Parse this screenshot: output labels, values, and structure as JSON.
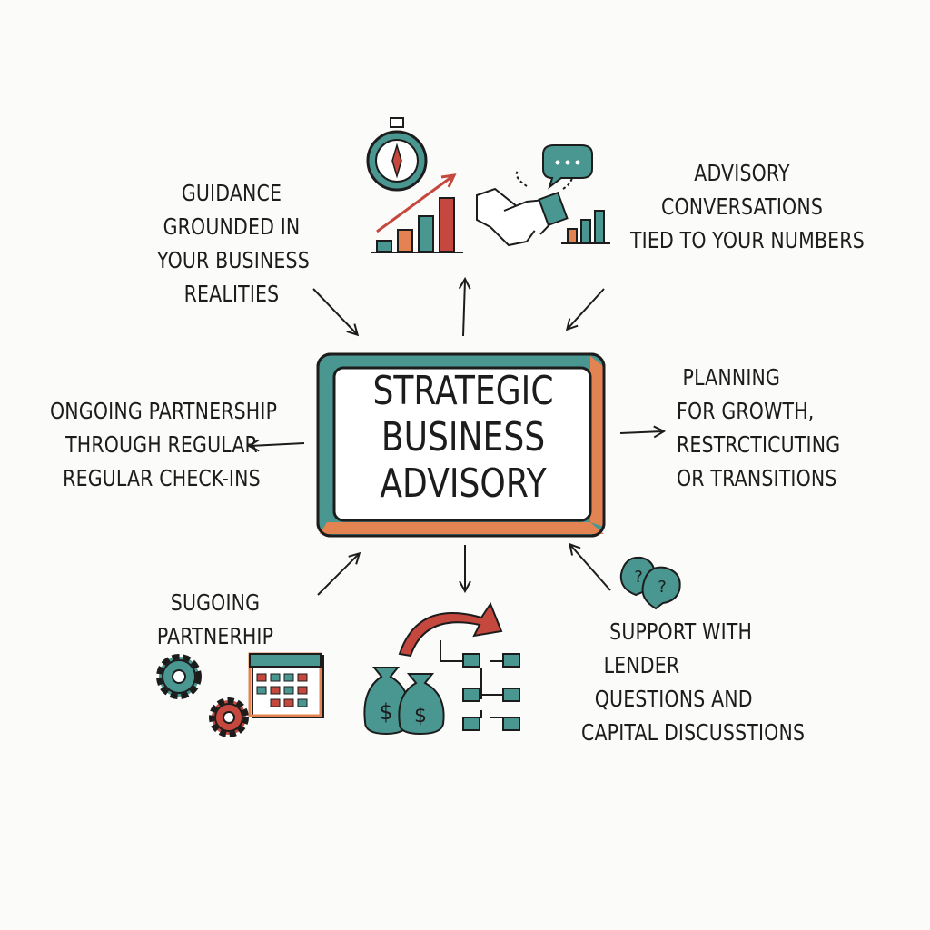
{
  "center": {
    "lines": [
      "STRATEGIC",
      "BUSINESS",
      "ADVISORY"
    ]
  },
  "nodes": {
    "guidance": {
      "lines": [
        "GUIDANCE",
        "GROUNDED IN",
        "YOUR BUSINESS",
        "REALITIES"
      ]
    },
    "advisory_conversations": {
      "lines": [
        "ADVISORY",
        "CONVERSATIONS",
        "TIED TO YOUR NUMBERS"
      ]
    },
    "ongoing_partnership": {
      "lines": [
        "ONGOING PARTNERSHIP",
        "THROUGH REGULAR",
        "REGULAR CHECK-INS"
      ]
    },
    "planning": {
      "lines": [
        "PLANNING",
        "FOR GROWTH,",
        "RESTRCTICUTING",
        "OR TRANSITIONS"
      ]
    },
    "sugoing": {
      "lines": [
        "SUGOING",
        "PARTNERHIP"
      ]
    },
    "support": {
      "lines": [
        "SUPPORT WITH",
        "LENDER",
        "QUESTIONS AND",
        "CAPITAL DISCUSSTIONS"
      ]
    }
  },
  "icons": [
    "compass-icon",
    "bar-chart-icon",
    "handshake-icon",
    "speech-bubble-icon",
    "gears-icon",
    "calendar-icon",
    "money-bags-icon",
    "org-chart-icon",
    "question-bubbles-icon"
  ],
  "colors": {
    "teal": "#4a9690",
    "orange": "#e38352",
    "red": "#c4483d",
    "ink": "#1c1c1c"
  }
}
